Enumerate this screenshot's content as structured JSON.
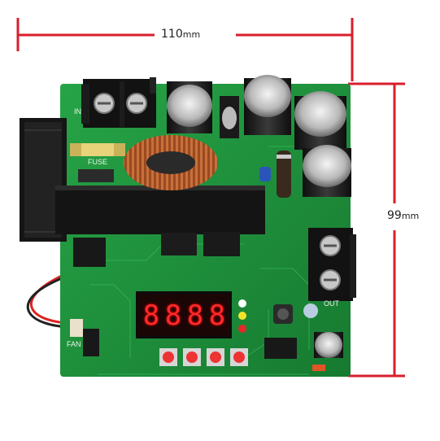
{
  "dimensions": {
    "width_value": "110",
    "width_unit": "mm",
    "height_value": "99",
    "height_unit": "mm"
  },
  "board_labels": {
    "input": "IN",
    "output": "OUT",
    "fuse": "FUSE",
    "fan": "FAN"
  },
  "display": {
    "digits": [
      "8",
      "8",
      "8",
      "8"
    ]
  },
  "colors": {
    "pcb": "#1f8a3a",
    "dimension_lines": "#d81e2c",
    "display_segments": "#ff2a2a",
    "heatsink": "#1a1a1a",
    "inductor_copper": "#b0562a"
  },
  "icons": [
    "capacitor-icon",
    "inductor-icon",
    "terminal-block-icon",
    "push-button-icon",
    "led-icon",
    "fan-icon"
  ]
}
